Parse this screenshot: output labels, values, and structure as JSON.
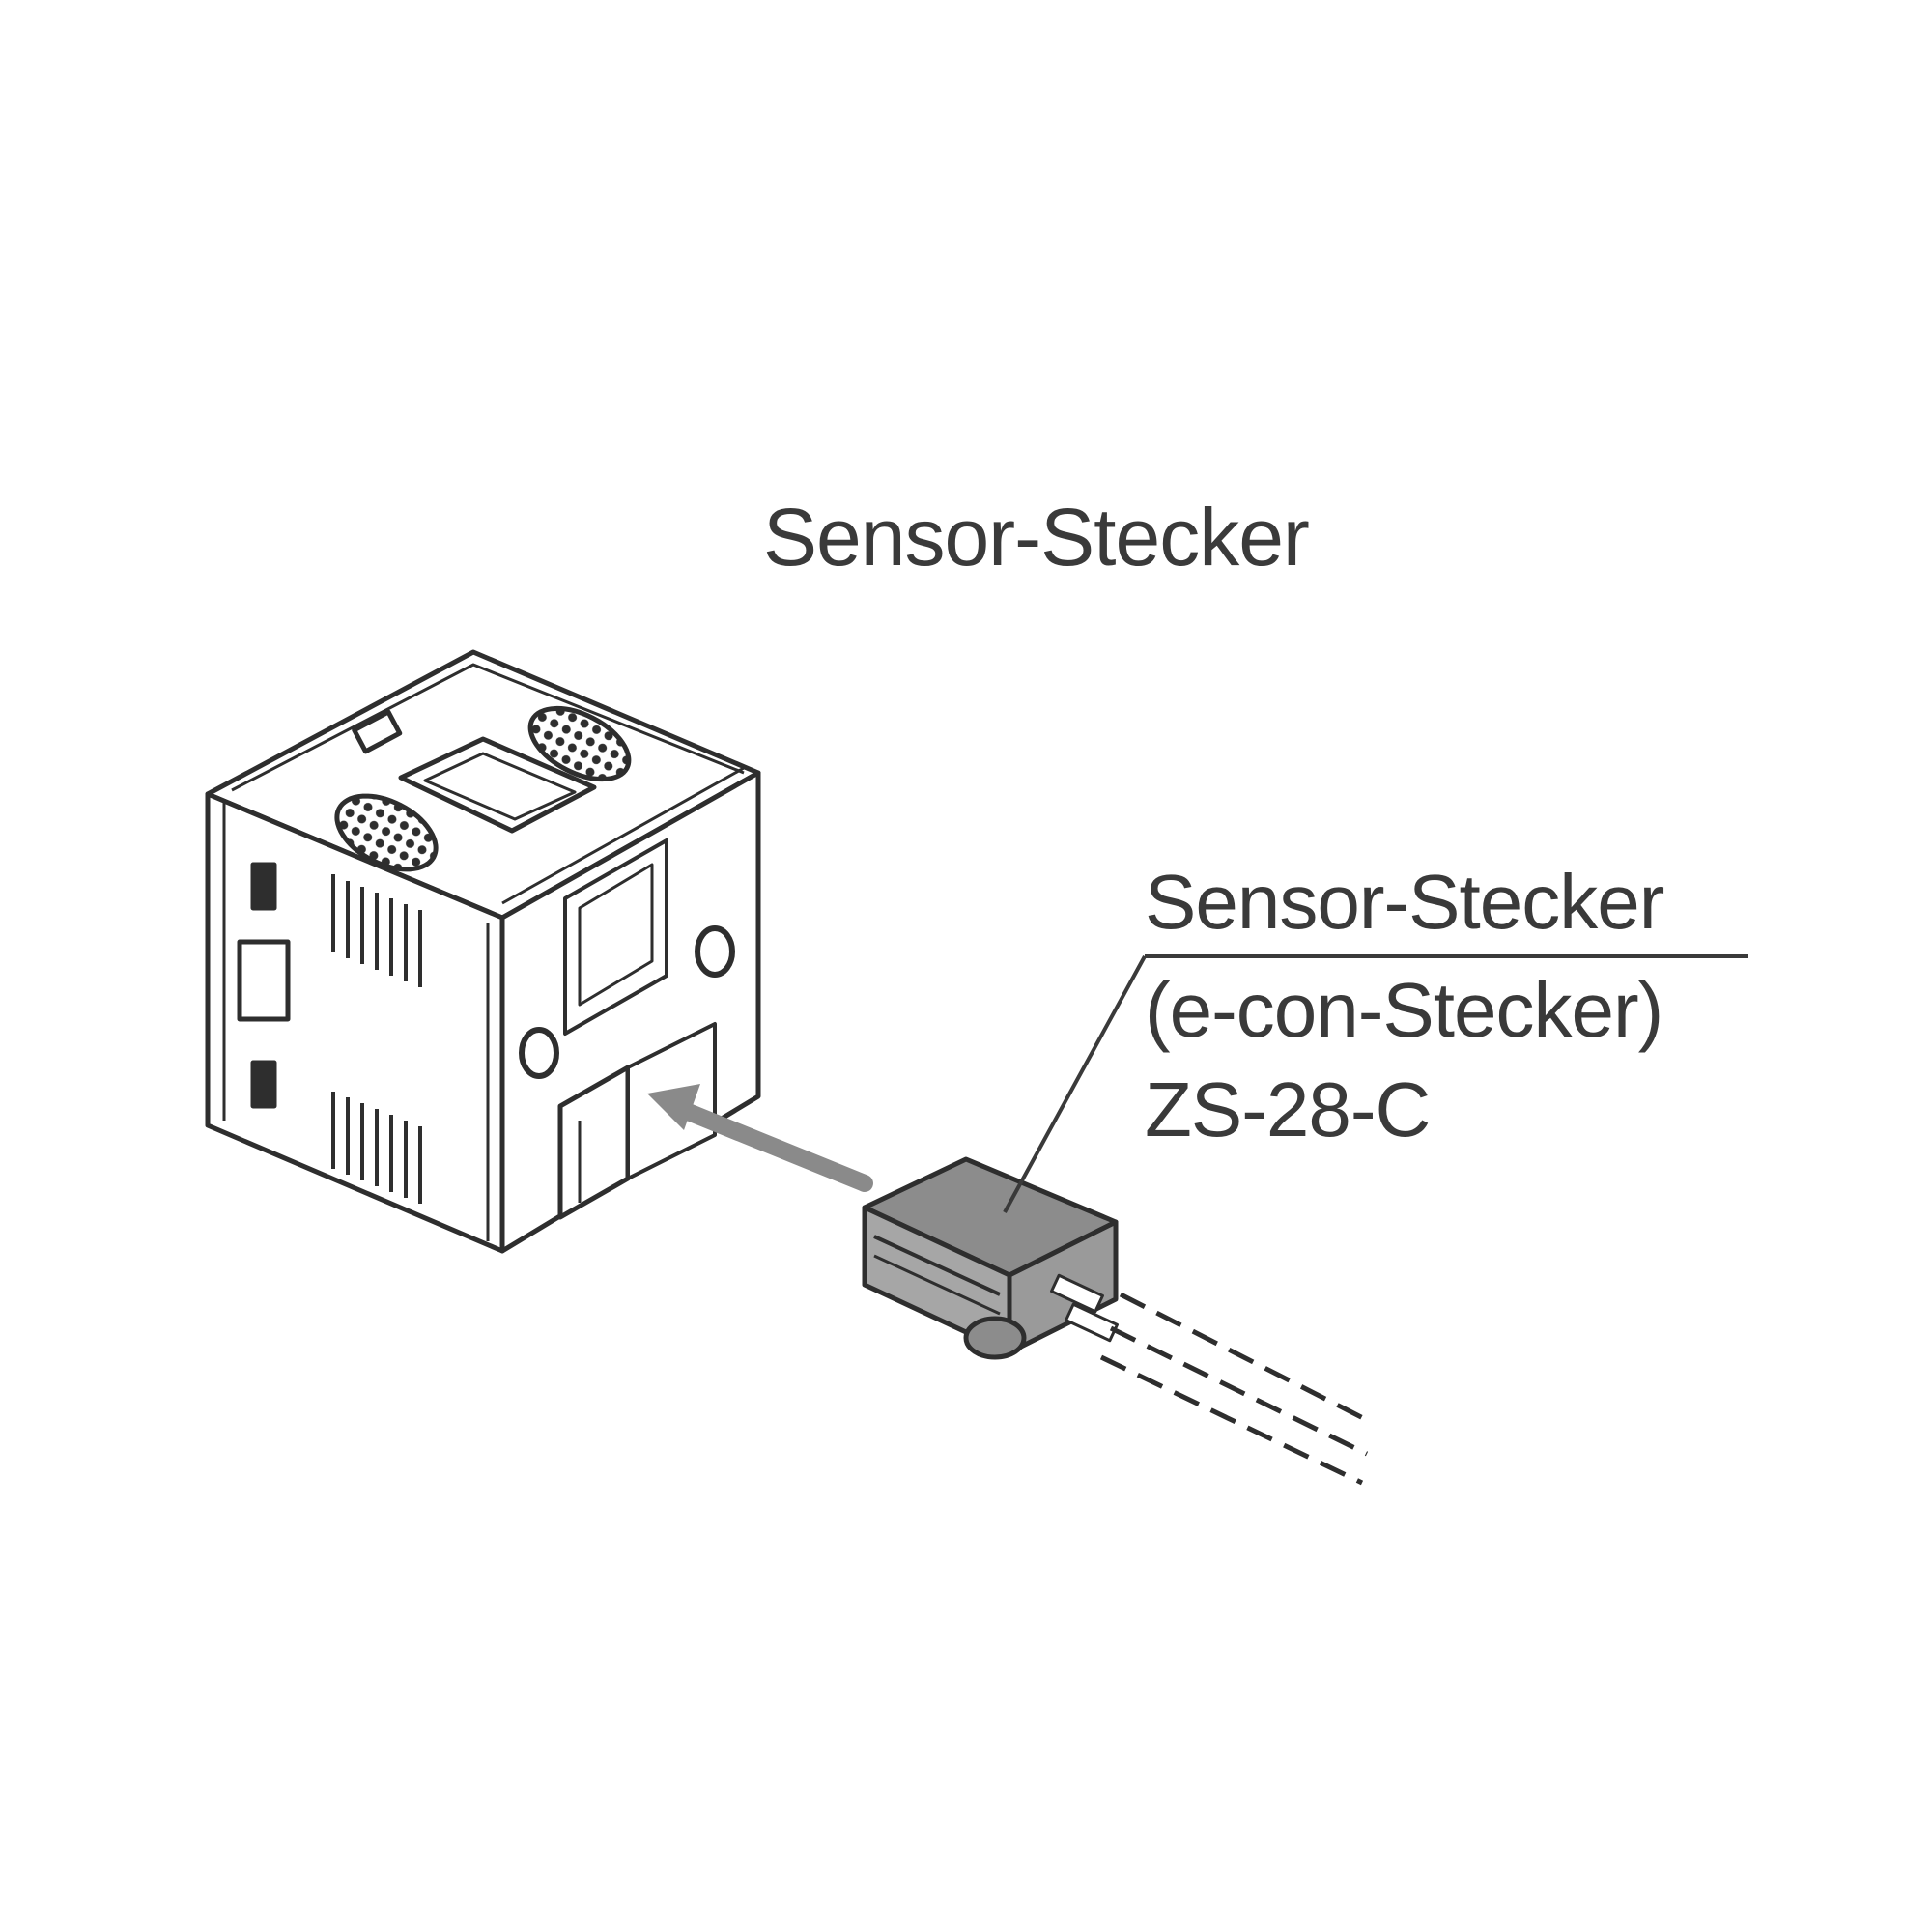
{
  "diagram": {
    "title": "Sensor-Stecker",
    "callout": {
      "line1": "Sensor-Stecker",
      "line2": "(e-con-Stecker)",
      "line3": "ZS-28-C"
    }
  },
  "colors": {
    "ink": "#2e2e2e",
    "text": "#3a3a3a",
    "connector_fill": "#8c8c8c",
    "arrow": "#8a8a8a"
  }
}
